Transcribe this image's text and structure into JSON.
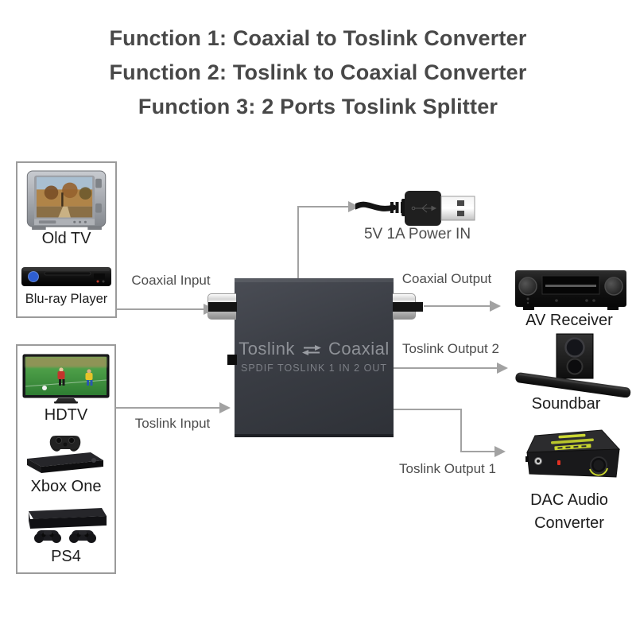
{
  "title": {
    "lines": [
      "Function 1: Coaxial to Toslink Converter",
      "Function 2: Toslink to Coaxial Converter",
      "Function 3: 2 Ports Toslink Splitter"
    ]
  },
  "source_groups": {
    "group1": {
      "devices": [
        {
          "name": "old-tv",
          "label": "Old TV"
        },
        {
          "name": "blu-ray-player",
          "label": "Blu-ray Player"
        }
      ]
    },
    "group2": {
      "devices": [
        {
          "name": "hdtv",
          "label": "HDTV"
        },
        {
          "name": "xbox-one",
          "label": "Xbox One"
        },
        {
          "name": "ps4",
          "label": "PS4"
        }
      ]
    }
  },
  "converter": {
    "label_left": "Toslink",
    "label_right": "Coaxial",
    "subtitle": "SPDIF TOSLINK 1 IN 2 OUT"
  },
  "connections": {
    "power_label": "5V 1A Power IN",
    "coaxial_input_label": "Coaxial Input",
    "toslink_input_label": "Toslink Input",
    "coaxial_output_label": "Coaxial Output",
    "toslink_output_2_label": "Toslink Output 2",
    "toslink_output_1_label": "Toslink Output 1"
  },
  "output_devices": {
    "av_receiver_label": "AV Receiver",
    "soundbar_label": "Soundbar",
    "dac_label_line1": "DAC Audio",
    "dac_label_line2": "Converter"
  },
  "colors": {
    "title_text": "#484848",
    "connection_label_text": "#4d4d4d",
    "device_label_text": "#1d1d1d",
    "line_arrow": "#a2a2a2",
    "group_box_border": "#9b9b9b",
    "converter_body": "#3a3d44",
    "converter_text": "#8e9197",
    "dac_accent_yellow": "#c8d42e",
    "led_red": "#e23022",
    "bluray_blue": "#2e5ed0"
  }
}
